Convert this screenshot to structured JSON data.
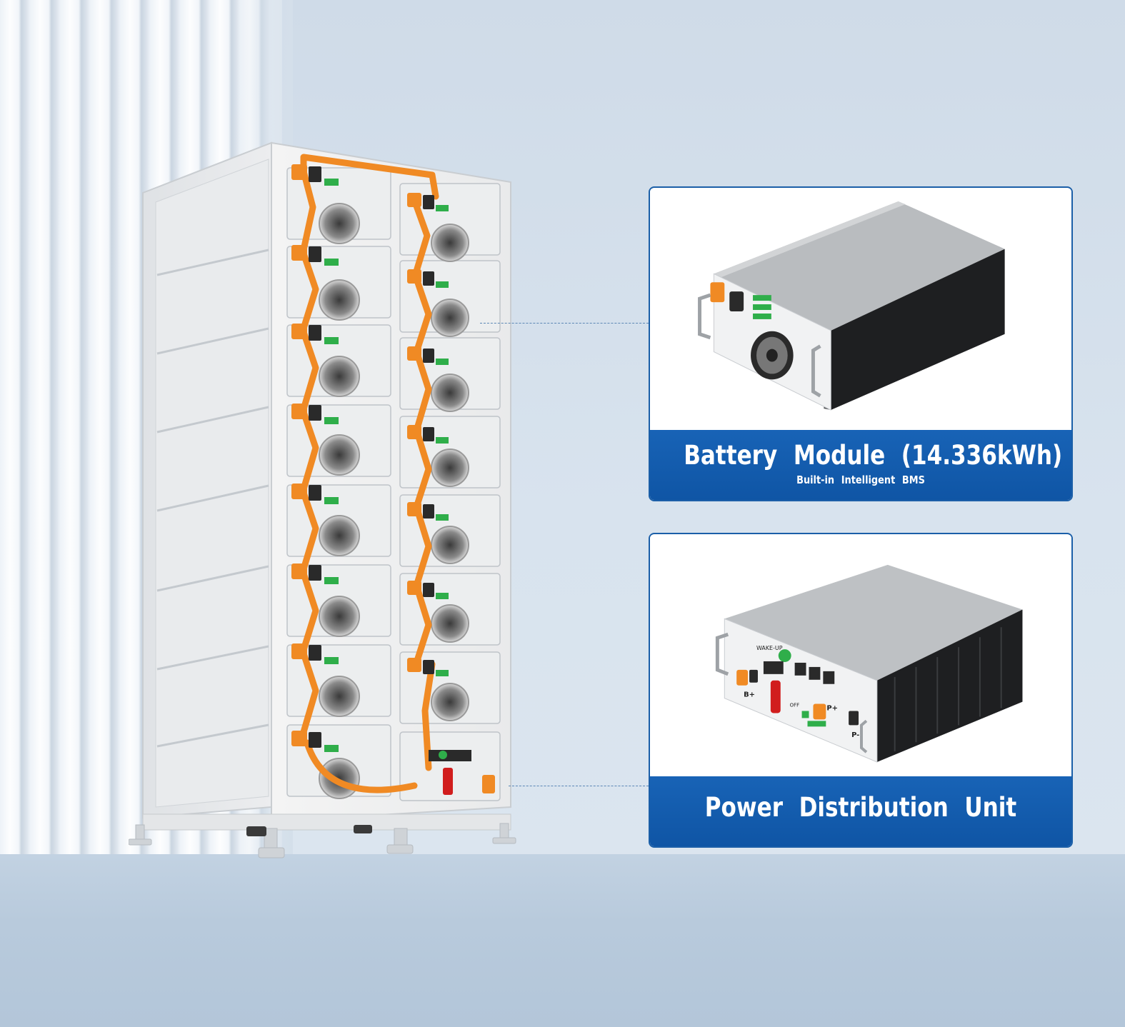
{
  "callouts": {
    "battery_module": {
      "title": "Battery Module (14.336kWh)",
      "subtitle": "Built-in Intelligent BMS"
    },
    "pdu": {
      "title": "Power Distribution Unit"
    }
  },
  "product_labels": {
    "wake_up": "WAKE-UP",
    "b_plus": "B+",
    "p_plus": "P+",
    "p_minus": "P-",
    "off": "OFF"
  },
  "colors": {
    "accent_blue": "#1b5fa8",
    "cable_orange": "#f08a24",
    "terminal_green": "#2fae4a"
  }
}
